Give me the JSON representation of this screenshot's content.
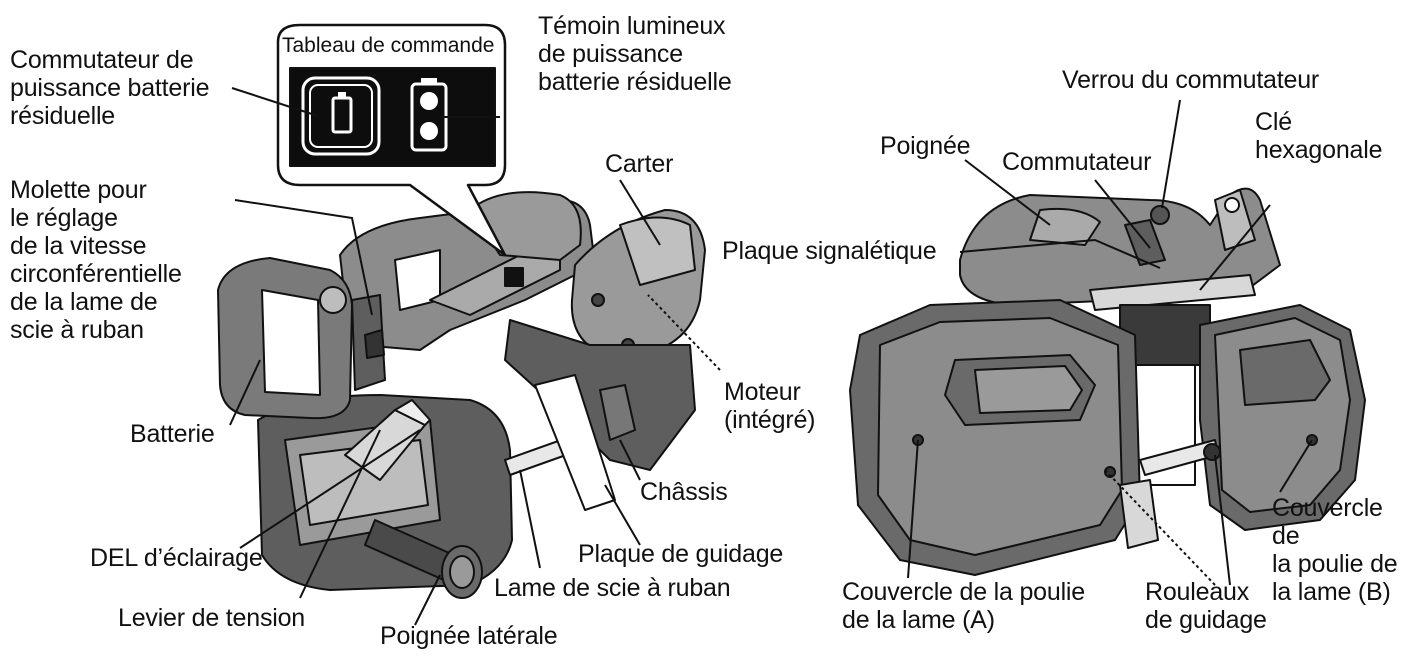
{
  "control_panel": {
    "title": "Tableau de commande"
  },
  "labels": {
    "battery_switch": "Commutateur de\npuissance batterie\nrésiduelle",
    "battery_indicator": "Témoin lumineux\nde puissance\nbatterie résiduelle",
    "speed_dial": "Molette pour\nle réglage\nde la vitesse\ncirconférentielle\nde la lame de\nscie à ruban",
    "battery": "Batterie",
    "led_light": "DEL d’éclairage",
    "tension_lever": "Levier de tension",
    "side_handle": "Poignée latérale",
    "blade": "Lame de scie à ruban",
    "guide_plate": "Plaque de guidage",
    "chassis": "Châssis",
    "motor": "Moteur\n(intégré)",
    "gear_case": "Carter",
    "nameplate": "Plaque signalétique",
    "handle": "Poignée",
    "switch": "Commutateur",
    "switch_lock": "Verrou du commutateur",
    "hex_key": "Clé\nhexagonale",
    "pulley_cover_a": "Couvercle de la poulie\nde la lame (A)",
    "guide_rollers": "Rouleaux\nde guidage",
    "pulley_cover_b": "Couvercle de\nla poulie de\nla lame (B)"
  },
  "colors": {
    "outline": "#111111",
    "body_gray": "#8c8c8c",
    "body_dark": "#5e5e5e",
    "light_gray": "#c9c9c9",
    "panel_black": "#0d0d0d"
  }
}
